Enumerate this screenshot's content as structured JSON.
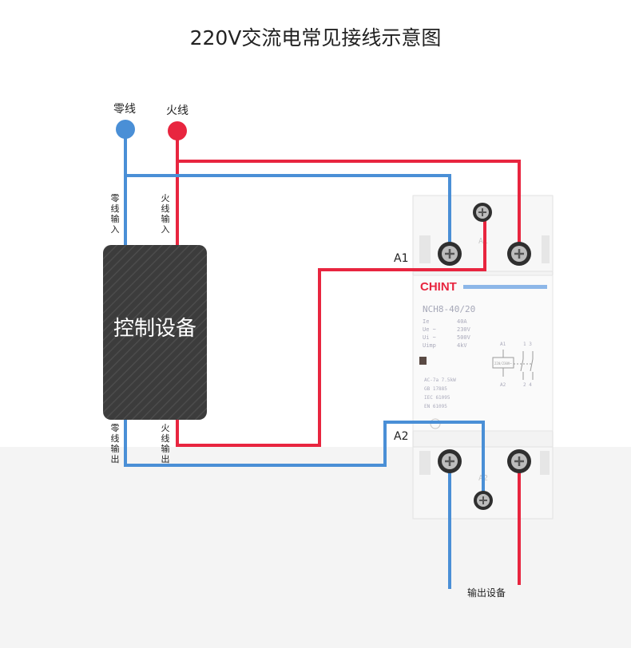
{
  "title": "220V交流电常见接线示意图",
  "terminals": {
    "neutral": "零线",
    "live": "火线"
  },
  "control_device": {
    "label": "控制设备",
    "neutral_input": "零线输入",
    "live_input": "火线输入",
    "neutral_output": "零线输出",
    "live_output": "火线输出"
  },
  "contactor": {
    "brand": "CHINT",
    "model": "NCH8-40/20",
    "terminal_a1": "A1",
    "terminal_a2": "A2",
    "specs": [
      {
        "k": "Ie",
        "v": "40A"
      },
      {
        "k": "Ue ~",
        "v": "230V"
      },
      {
        "k": "Ui ~",
        "v": "500V"
      },
      {
        "k": "Uimp",
        "v": "4kV"
      }
    ],
    "standards": [
      "AC-7a   7.5kW",
      "GB 17885",
      "IEC 61095",
      "EN 61095"
    ],
    "coil_label": "220/230V~",
    "pin_top": "1   3",
    "pin_bottom": "2   4"
  },
  "output": "输出设备",
  "colors": {
    "neutral": "#4a8fd6",
    "live": "#e8253f",
    "device": "#3a3a3a",
    "contactor_body": "#f2f2f2",
    "brand": "#e8253f"
  }
}
